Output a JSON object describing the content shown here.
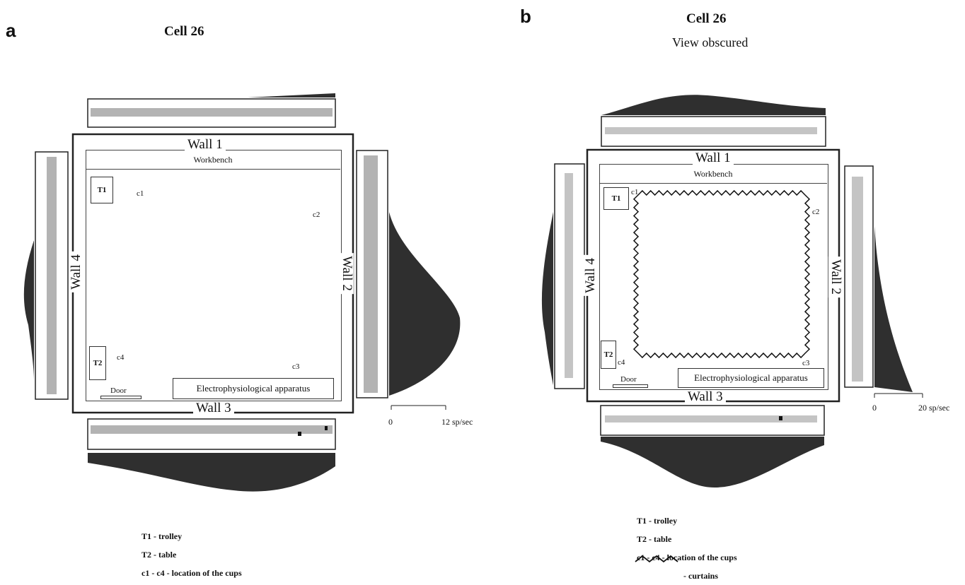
{
  "panel_a": {
    "letter": "a",
    "title": "Cell 26",
    "walls": [
      "Wall 1",
      "Wall 2",
      "Wall 3",
      "Wall 4"
    ],
    "workbench": "Workbench",
    "t1": "T1",
    "t2": "T2",
    "cups": [
      "c1",
      "c2",
      "c3",
      "c4"
    ],
    "apparatus": "Electrophysiological apparatus",
    "door": "Door",
    "scale": {
      "min": "0",
      "max": "12 sp/sec"
    },
    "legend": [
      "T1   - trolley",
      "T2    - table",
      "c1 - c4    - location of the cups"
    ]
  },
  "panel_b": {
    "letter": "b",
    "title": "Cell 26",
    "subtitle": "View obscured",
    "walls": [
      "Wall 1",
      "Wall 2",
      "Wall 3",
      "Wall 4"
    ],
    "workbench": "Workbench",
    "t1": "T1",
    "t2": "T2",
    "cups": [
      "c1",
      "c2",
      "c3",
      "c4"
    ],
    "apparatus": "Electrophysiological apparatus",
    "door": "Door",
    "scale": {
      "min": "0",
      "max": "20 sp/sec"
    },
    "legend": [
      "T1   - trolley",
      "T2    - table",
      "c1 - c4    - location of the cups",
      "- curtains"
    ]
  },
  "colors": {
    "ink": "#111111",
    "raster": "#b3b3b3",
    "density": "#2f2f2f"
  }
}
